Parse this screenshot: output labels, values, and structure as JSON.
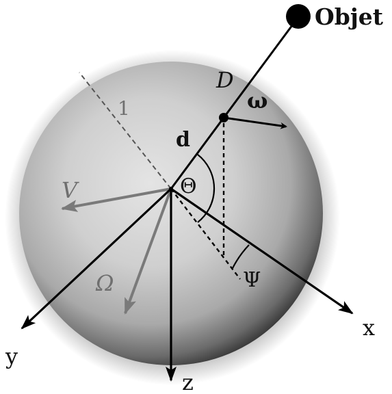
{
  "labels": {
    "object": "Objet",
    "D": "D",
    "omega": "ω",
    "d": "d",
    "one": "1",
    "V": "V",
    "Theta": "Θ",
    "Omega": "Ω",
    "Psi": "Ψ",
    "x": "x",
    "y": "y",
    "z": "z"
  },
  "colors": {
    "axis": "#000000",
    "grey_vector": "#7a7a7a",
    "sphere_light": "#e8e8e8",
    "sphere_dark": "#5a5a5a"
  }
}
